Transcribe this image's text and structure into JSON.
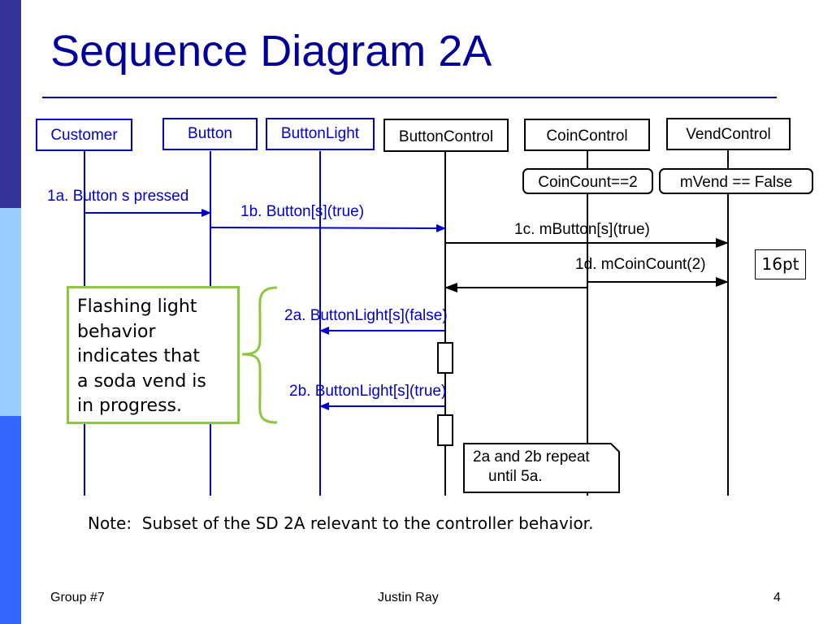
{
  "title": "Sequence Diagram 2A",
  "colors": {
    "title_blue": "#000099",
    "sidebar_dark": "#333399",
    "sidebar_light": "#99ccff",
    "sidebar_mid": "#3366ff",
    "accent_green": "#8dc63f",
    "diagram_blue": "#0000cc"
  },
  "lifelines": {
    "customer": "Customer",
    "button": "Button",
    "buttonlight": "ButtonLight",
    "buttoncontrol": "ButtonControl",
    "coincontrol": "CoinControl",
    "vendcontrol": "VendControl"
  },
  "states": {
    "coincount": "CoinCount==2",
    "mvend": "mVend == False"
  },
  "messages": {
    "m1a": "1a. Button s pressed",
    "m1b": "1b. Button[s](true)",
    "m1c": "1c. mButton[s](true)",
    "m1d": "1d. mCoinCount(2)",
    "m2a": "2a. ButtonLight[s](false)",
    "m2b": "2b. ButtonLight[s](true)"
  },
  "annotation": {
    "lines": [
      "Flashing light",
      "behavior",
      "indicates that",
      "a soda vend is",
      "in progress."
    ]
  },
  "font_size_label": "16pt",
  "repeat_note": {
    "line1": "2a and 2b repeat",
    "line2": "until 5a."
  },
  "bottom_note": "Note:  Subset of the SD 2A relevant to the controller behavior.",
  "footer": {
    "left": "Group #7",
    "center": "Justin Ray",
    "page": "4"
  }
}
